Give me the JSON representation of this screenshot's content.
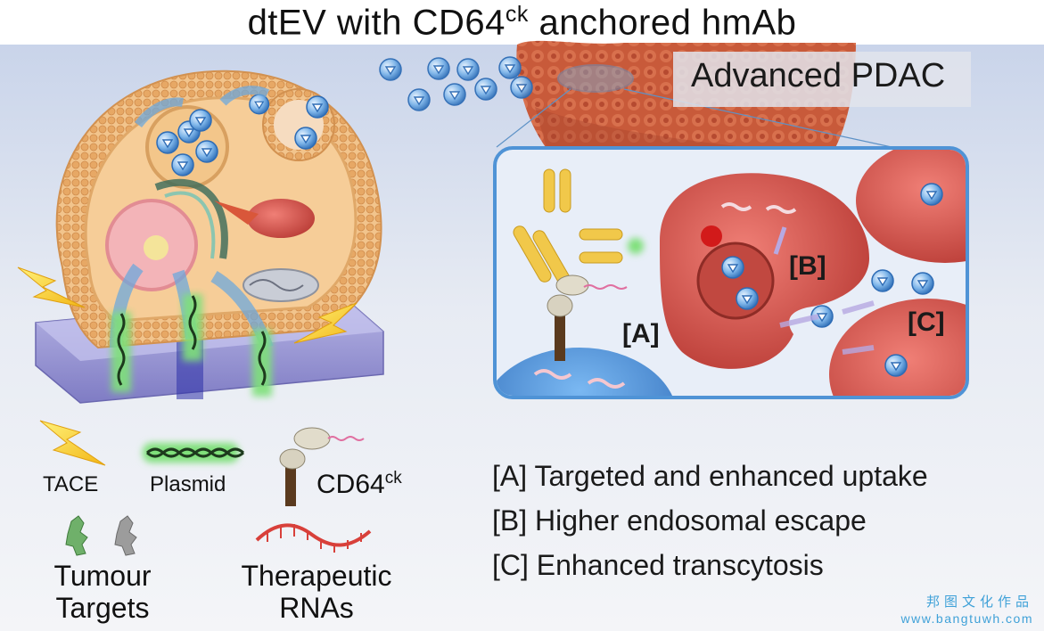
{
  "title": {
    "main": "dtEV with CD64",
    "sup": "ck",
    "tail": " anchored hmAb"
  },
  "inset_title": "Advanced PDAC",
  "labels": {
    "a": "[A]",
    "b": "[B]",
    "c": "[C]"
  },
  "legend": {
    "tace": "TACE",
    "plasmid": "Plasmid",
    "cd64_main": "CD64",
    "cd64_sup": "ck",
    "tumour": "Tumour\nTargets",
    "rnas": "Therapeutic\nRNAs"
  },
  "bullets": [
    "[A] Targeted and enhanced uptake",
    "[B] Higher endosomal escape",
    "[C] Enhanced transcytosis"
  ],
  "watermark": {
    "cn": "邦图文化作品",
    "url": "www.bangtuwh.com"
  },
  "colors": {
    "membrane": "#e8b277",
    "cytoplasm": "#f4c690",
    "vesicle_blue": "#4f93d6",
    "tumour_red": "#c9473f",
    "antibody_yellow": "#f1c84a",
    "lightning": "#ffd92a",
    "plasmid_glow": "#7fe07a",
    "rna_red": "#d8403a",
    "watermark": "#3fa1d8"
  },
  "icons": [
    "lightning-icon",
    "plasmid-icon",
    "cd64-icon",
    "tumour-target-icon",
    "rna-icon"
  ]
}
